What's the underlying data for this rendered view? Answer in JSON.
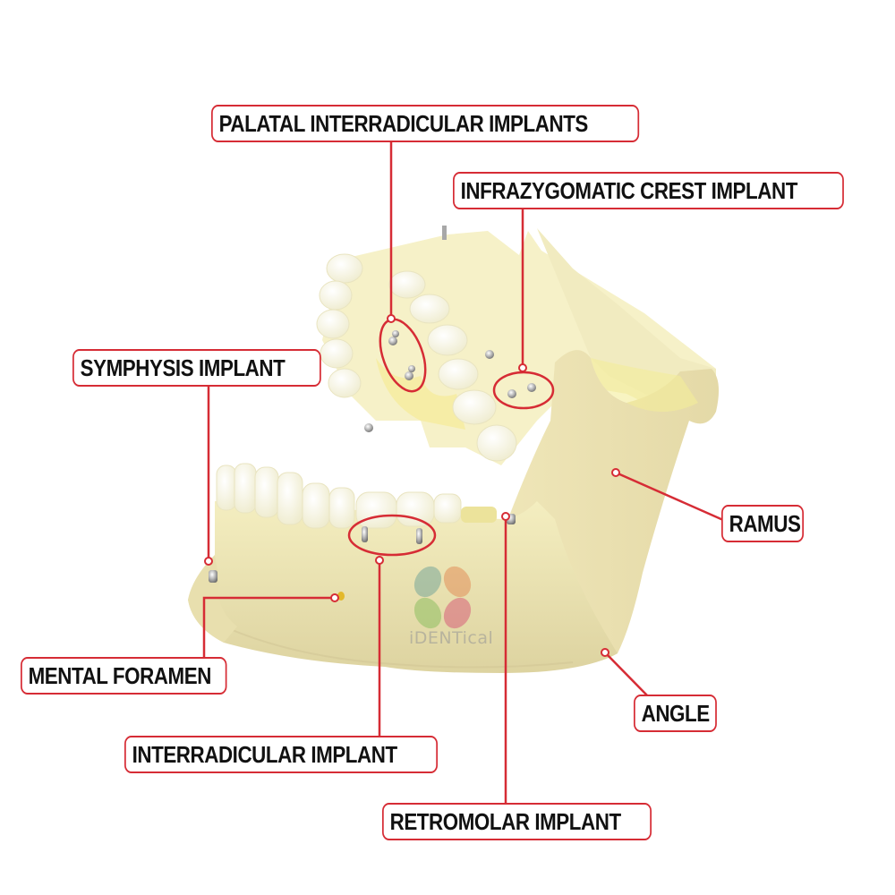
{
  "diagram": {
    "subject": "Dental jaw model with orthodontic mini-implants",
    "accent_color": "#d62c35",
    "labels": [
      {
        "id": "palatal",
        "text": "PALATAL INTERRADICULAR IMPLANTS"
      },
      {
        "id": "infrazygomatic",
        "text": "INFRAZYGOMATIC CREST IMPLANT"
      },
      {
        "id": "symphysis",
        "text": "SYMPHYSIS IMPLANT"
      },
      {
        "id": "ramus",
        "text": "RAMUS"
      },
      {
        "id": "mental",
        "text": "MENTAL FORAMEN"
      },
      {
        "id": "angle",
        "text": "ANGLE"
      },
      {
        "id": "interradicular",
        "text": "INTERRADICULAR IMPLANT"
      },
      {
        "id": "retromolar",
        "text": "RETROMOLAR IMPLANT"
      }
    ]
  },
  "watermark": {
    "text": "iDENTical"
  }
}
